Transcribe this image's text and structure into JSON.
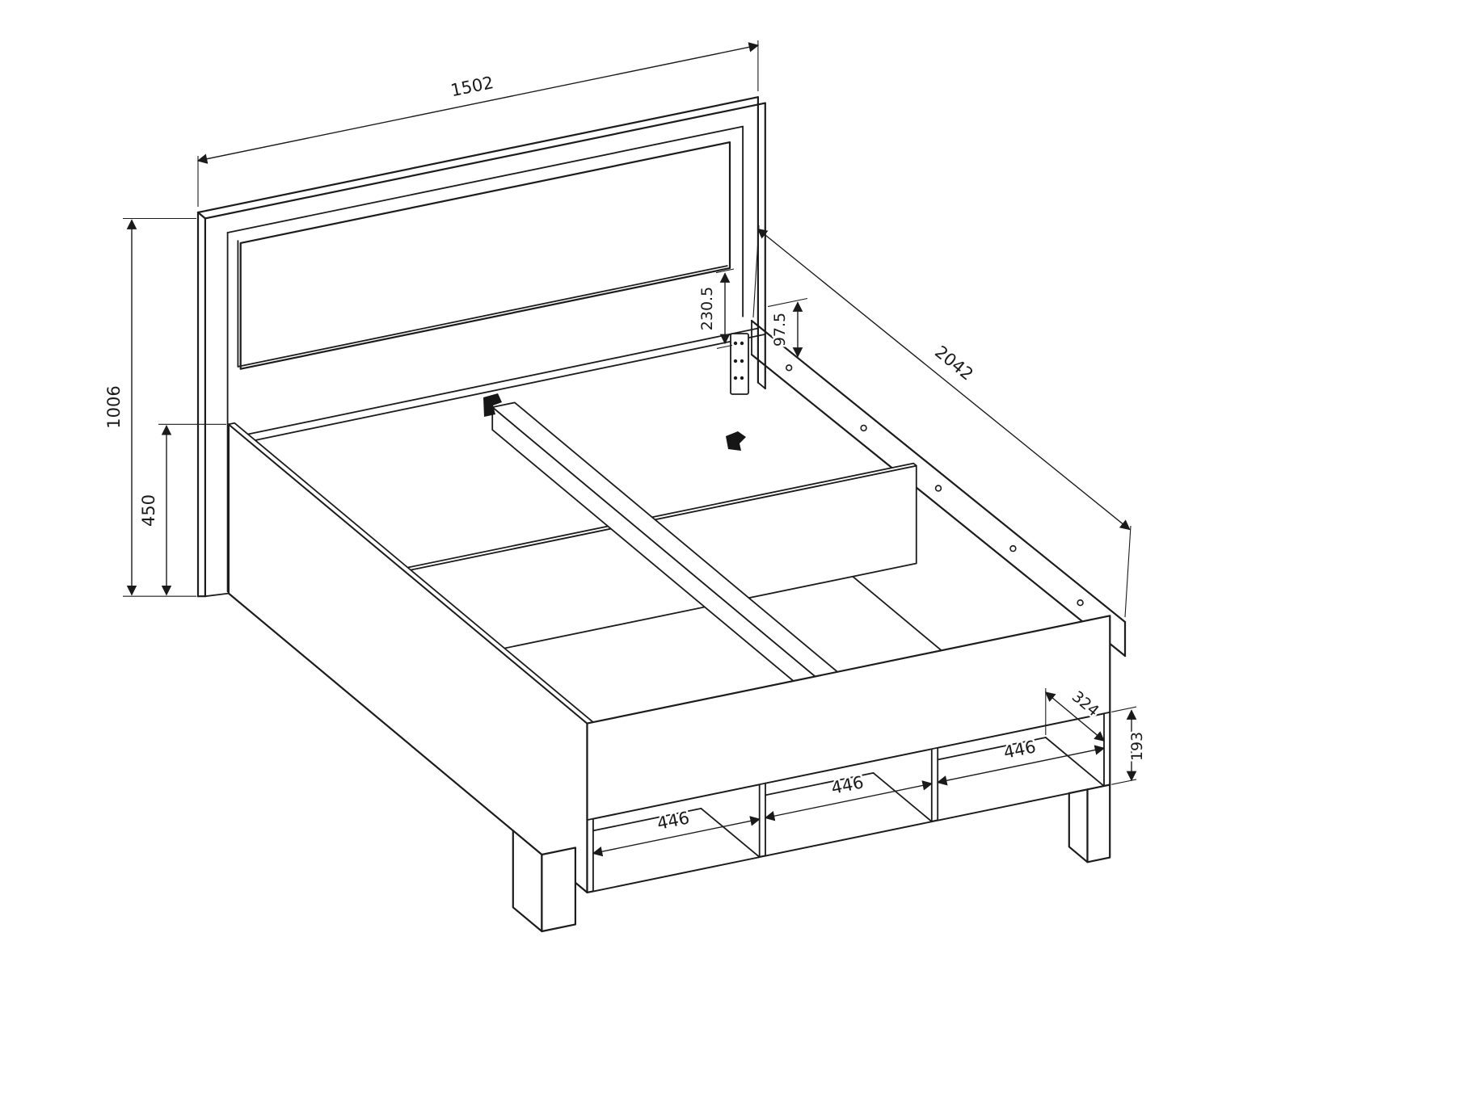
{
  "drawing": {
    "type": "furniture-technical-drawing",
    "subject": "bed-frame-with-headboard-and-storage-cubbies",
    "colors": {
      "line": "#1c1c1c",
      "background": "#ffffff"
    },
    "dimensions": {
      "headboard_width": "1502",
      "headboard_height": "1006",
      "base_height": "450",
      "headboard_panel_offset": "230.5",
      "rail_offset": "97.5",
      "bed_length": "2042",
      "cubby_width_left": "446",
      "cubby_width_middle": "446",
      "cubby_width_right": "446",
      "cubby_depth": "324",
      "cubby_height": "193"
    }
  }
}
